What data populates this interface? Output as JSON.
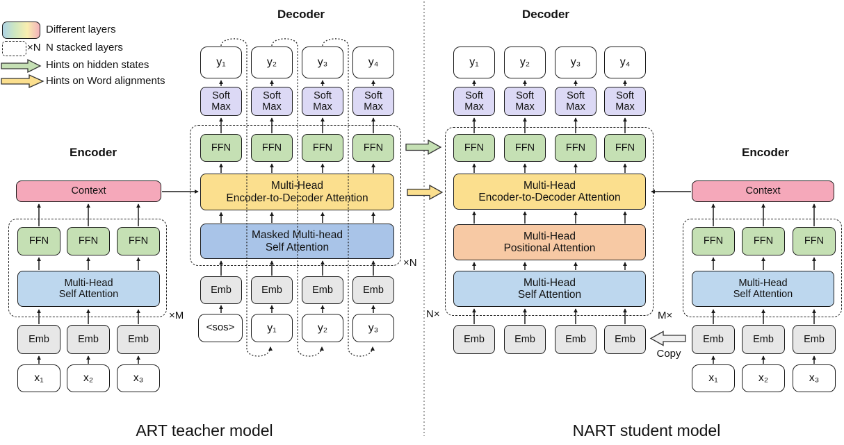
{
  "colors": {
    "green": "#c5e0b4",
    "yellow": "#fbdf8e",
    "blue_light": "#bdd7ee",
    "blue_medium": "#a9c4e8",
    "orange": "#f7c9a4",
    "pink": "#f5a8ba",
    "lavender": "#dcd9f5",
    "gray": "#e7e7e7",
    "copy_gray": "#f0f0f0",
    "border": "#1a1a1a",
    "legend_gradient": [
      "#aed4e6",
      "#cfe7c0",
      "#f9eeb0",
      "#f3b3bb"
    ]
  },
  "legend": {
    "different_layers": "Different layers",
    "stacked_tag": "×N",
    "stacked_layers": "N stacked layers",
    "hidden_hints": "Hints on hidden states",
    "word_hints": "Hints on Word alignments"
  },
  "teacher": {
    "caption": "ART teacher model",
    "encoder": {
      "title": "Encoder",
      "context_label": "Context",
      "ffn_label": "FFN",
      "self_attention_label": "Multi-Head\nSelf Attention",
      "emb_label": "Emb",
      "inputs": [
        "x₁",
        "x₂",
        "x₃"
      ],
      "stack_label": "×M"
    },
    "decoder": {
      "title": "Decoder",
      "outputs": [
        "y₁",
        "y₂",
        "y₃",
        "y₄"
      ],
      "softmax_label": "Soft\nMax",
      "ffn_label": "FFN",
      "enc_dec_attention_label": "Multi-Head\nEncoder-to-Decoder Attention",
      "masked_attention_label": "Masked Multi-head\nSelf Attention",
      "emb_label": "Emb",
      "inputs": [
        "<sos>",
        "y₁",
        "y₂",
        "y₃"
      ],
      "stack_label": "×N"
    }
  },
  "student": {
    "caption": "NART student model",
    "decoder": {
      "title": "Decoder",
      "outputs": [
        "y₁",
        "y₂",
        "y₃",
        "y₄"
      ],
      "softmax_label": "Soft\nMax",
      "ffn_label": "FFN",
      "enc_dec_attention_label": "Multi-Head\nEncoder-to-Decoder Attention",
      "positional_attention_label": "Multi-Head\nPositional Attention",
      "self_attention_label": "Multi-Head\nSelf Attention",
      "emb_label": "Emb",
      "stack_label": "N×",
      "copy_label": "Copy"
    },
    "encoder": {
      "title": "Encoder",
      "context_label": "Context",
      "ffn_label": "FFN",
      "self_attention_label": "Multi-Head\nSelf Attention",
      "emb_label": "Emb",
      "inputs": [
        "x₁",
        "x₂",
        "x₃"
      ],
      "stack_label": "M×"
    }
  }
}
